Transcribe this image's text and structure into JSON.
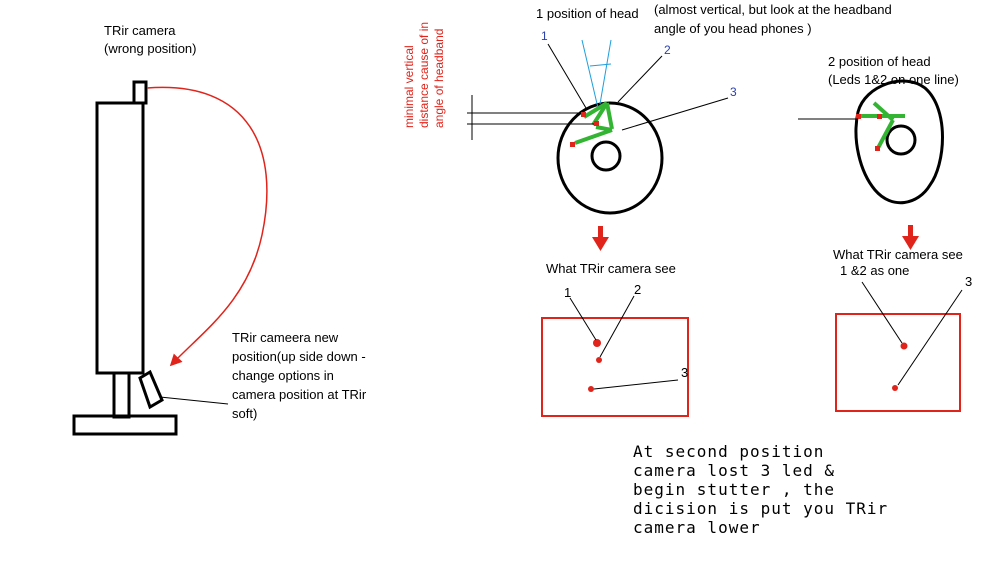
{
  "monitor": {
    "camera_label_line1": "TRir camera",
    "camera_label_line2": "(wrong position)",
    "new_pos_line1": "TRir cameera new",
    "new_pos_line2": "position(up side down -",
    "new_pos_line3": "change options in",
    "new_pos_line4": "camera position at TRir",
    "new_pos_line5": "soft)"
  },
  "head1": {
    "title": "1 position of head",
    "note_line1": "(almost vertical, but look at the headband",
    "note_line2": "angle of you head phones )",
    "led1": "1",
    "led2": "2",
    "led3": "3",
    "vertical_note_line1": "minimal vertical",
    "vertical_note_line2": "distance cause of in",
    "vertical_note_line3": "angle of headband"
  },
  "head2": {
    "title_line1": "2 position of head",
    "title_line2": "(Leds 1&2 on one line)"
  },
  "view1": {
    "caption": "What TRir camera see",
    "p1": "1",
    "p2": "2",
    "p3": "3"
  },
  "view2": {
    "caption_line1": "What TRir camera see",
    "caption_line2": "1 &2 as one",
    "p3": "3"
  },
  "conclusion": {
    "line1": "At second position",
    "line2": "camera lost 3 led &",
    "line3": "begin stutter , the",
    "line4": "dicision is put you TRir",
    "line5": "camera lower"
  },
  "colors": {
    "red": "#e0241b",
    "green": "#33b533",
    "cyan": "#1e9fdd",
    "blue_label": "#2a3fb0"
  }
}
